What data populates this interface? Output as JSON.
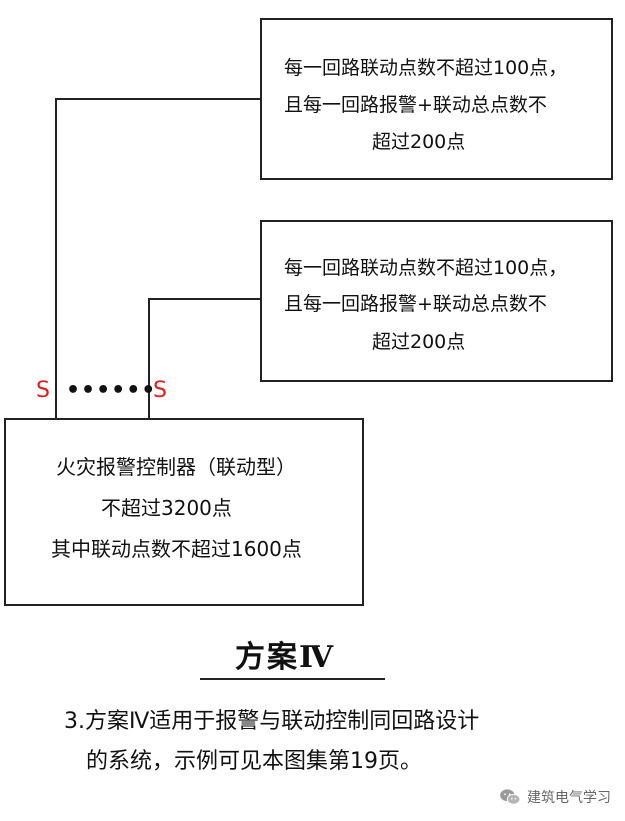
{
  "boxes": {
    "top": {
      "lines": [
        "每一回路联动点数不超过100点，",
        "且每一回路报警+联动总点数不",
        "超过200点"
      ]
    },
    "middle": {
      "lines": [
        "每一回路联动点数不超过100点，",
        "且每一回路报警+联动总点数不",
        "超过200点"
      ]
    },
    "controller": {
      "lines": [
        "火灾报警控制器（联动型）",
        "不超过3200点",
        "其中联动点数不超过1600点"
      ]
    }
  },
  "markers": {
    "left_s": "S",
    "right_s": "S",
    "ellipsis": "••••••",
    "s_color": "#e01e1e"
  },
  "scheme_title": "方案Ⅳ",
  "caption": {
    "line1": "3.方案Ⅳ适用于报警与联动控制同回路设计",
    "line2": "的系统，示例可见本图集第19页。"
  },
  "watermark": {
    "icon": "wechat-icon",
    "text": "建筑电气学习"
  }
}
